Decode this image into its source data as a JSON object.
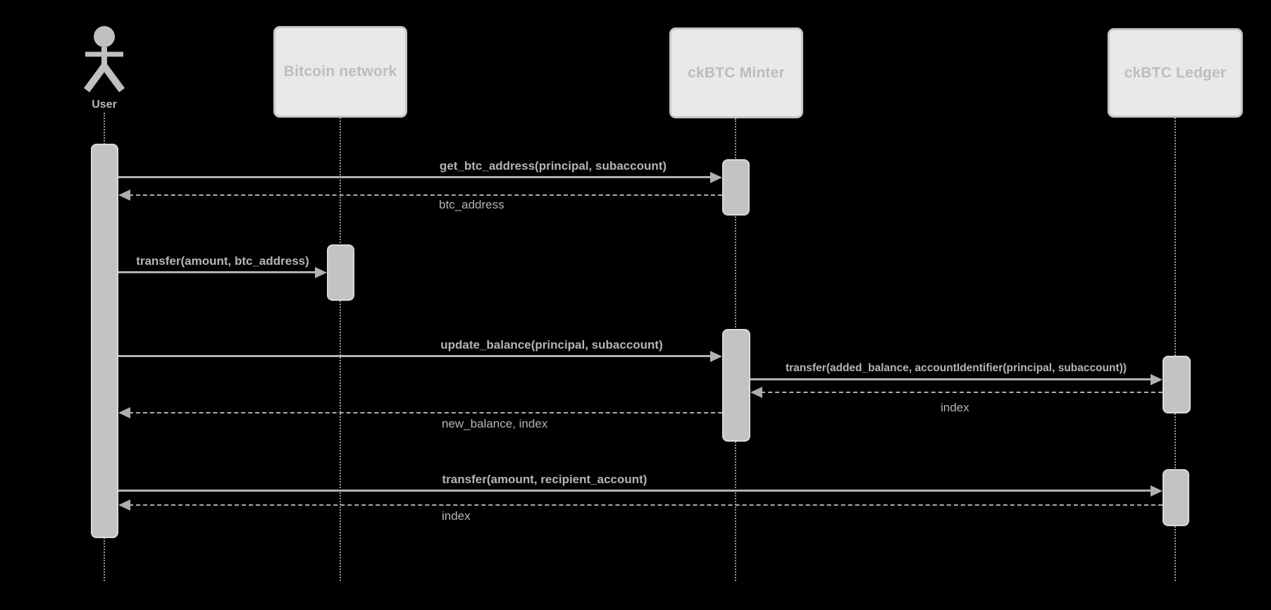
{
  "diagram": {
    "type": "sequence-diagram",
    "background_color": "#000000",
    "colors": {
      "participant_box_fill": "#e9e9e9",
      "participant_box_border": "#c7c7c7",
      "participant_label": "#bdbdbd",
      "activation_bar": "#c3c3c3",
      "message_line": "#b2b2b2",
      "message_text": "#b5b5b5",
      "lifeline": "#9a9a9a"
    },
    "participants": [
      {
        "id": "user",
        "kind": "actor",
        "label": "User"
      },
      {
        "id": "bitcoin",
        "kind": "participant",
        "label": "Bitcoin network"
      },
      {
        "id": "minter",
        "kind": "participant",
        "label": "ckBTC Minter"
      },
      {
        "id": "ledger",
        "kind": "participant",
        "label": "ckBTC Ledger"
      }
    ],
    "messages": [
      {
        "seq": 1,
        "from": "user",
        "to": "minter",
        "style": "solid",
        "label": "get_btc_address(principal, subaccount)"
      },
      {
        "seq": 2,
        "from": "minter",
        "to": "user",
        "style": "dashed",
        "label": "btc_address"
      },
      {
        "seq": 3,
        "from": "user",
        "to": "bitcoin",
        "style": "solid",
        "label": "transfer(amount, btc_address)"
      },
      {
        "seq": 4,
        "from": "user",
        "to": "minter",
        "style": "solid",
        "label": "update_balance(principal, subaccount)"
      },
      {
        "seq": 5,
        "from": "minter",
        "to": "ledger",
        "style": "solid",
        "label": "transfer(added_balance, accountIdentifier(principal, subaccount))"
      },
      {
        "seq": 6,
        "from": "ledger",
        "to": "minter",
        "style": "dashed",
        "label": "index"
      },
      {
        "seq": 7,
        "from": "minter",
        "to": "user",
        "style": "dashed",
        "label": "new_balance, index"
      },
      {
        "seq": 8,
        "from": "user",
        "to": "ledger",
        "style": "solid",
        "label": "transfer(amount, recipient_account)"
      },
      {
        "seq": 9,
        "from": "ledger",
        "to": "user",
        "style": "dashed",
        "label": "index"
      }
    ]
  }
}
